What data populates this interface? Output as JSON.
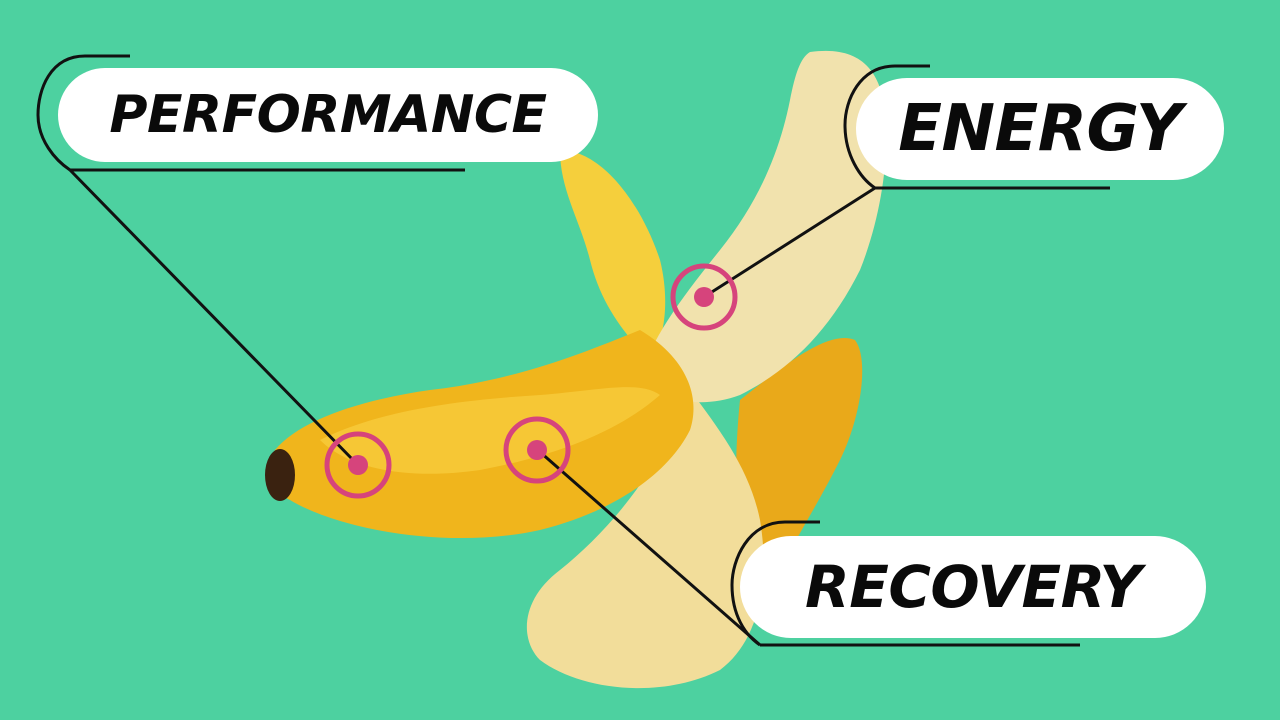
{
  "labels": {
    "performance": "PERFORMANCE",
    "energy": "ENERGY",
    "recovery": "RECOVERY"
  },
  "colors": {
    "background": "#4dd1a0",
    "marker": "#d6447c",
    "line": "#111111",
    "pill": "#ffffff"
  },
  "image_subject": "peeled-banana"
}
